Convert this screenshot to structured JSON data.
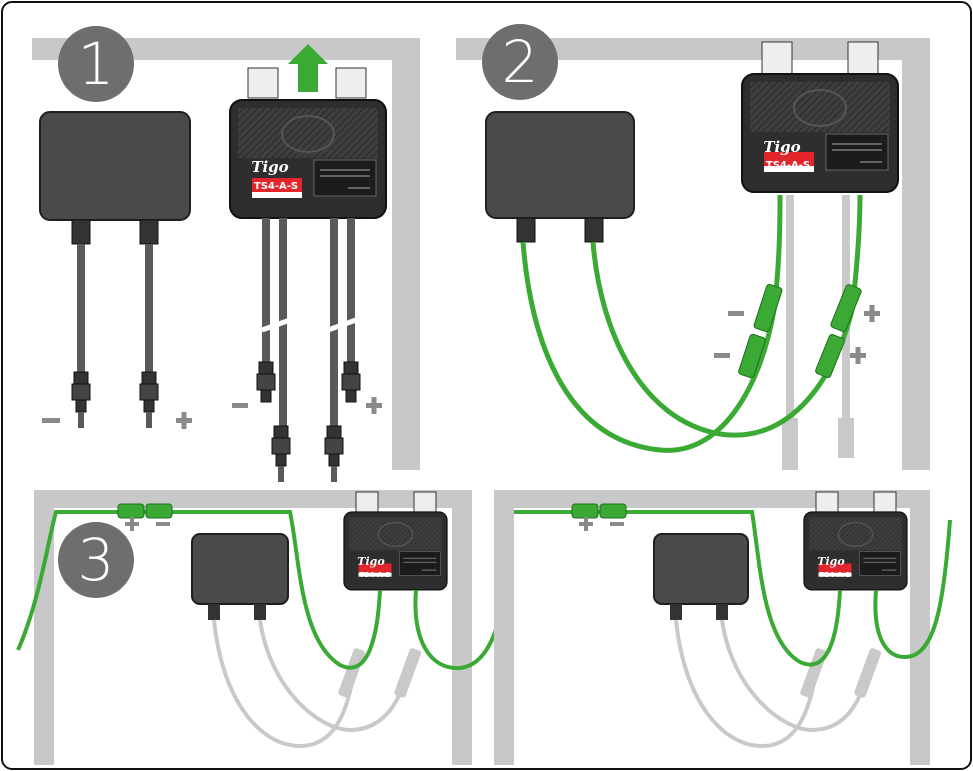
{
  "steps": [
    "1",
    "2",
    "3"
  ],
  "device": {
    "brand": "Tigo",
    "model": "TS4-A-S"
  },
  "polarity": {
    "minus": "−",
    "plus": "+"
  },
  "colors": {
    "frame": "#c8c8c8",
    "green": "#3aaa35",
    "faded": "#c9c9c9",
    "box": "#4a4a4a",
    "label_red": "#e2242b",
    "badge": "#6e6e6e"
  }
}
